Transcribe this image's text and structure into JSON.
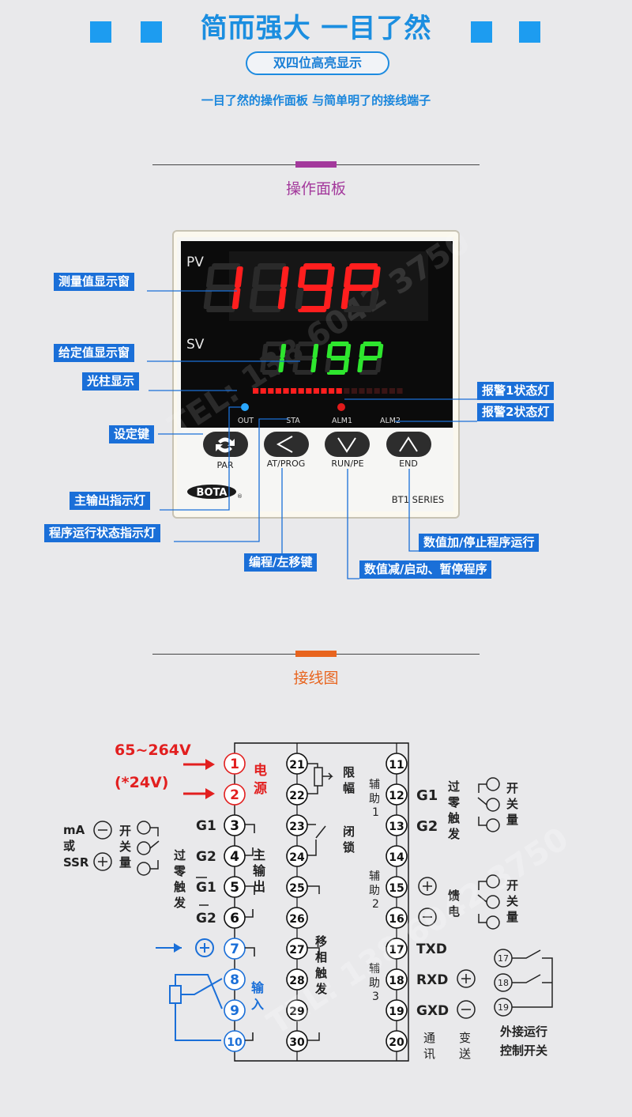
{
  "header": {
    "title": "简而强大 一目了然",
    "pill": "双四位高亮显示",
    "subtitle": "一目了然的操作面板 与简单明了的接线端子",
    "accent": "#1d9cf0"
  },
  "panel_section": {
    "title": "操作面板",
    "accent": "#a3399c"
  },
  "device": {
    "pv_label": "PV",
    "sv_label": "SV",
    "pv_value": "119P",
    "sv_value": "119P",
    "bargraph_level": 0.6,
    "indicators": [
      "OUT",
      "STA",
      "ALM1",
      "ALM2"
    ],
    "keys": [
      "PAR",
      "AT/PROG",
      "RUN/PE",
      "END"
    ],
    "brand": "BOTA",
    "series": "BT1 SERIES",
    "watermark": "TEL: 138 6042 3750",
    "pv_color": "#ff1e1e",
    "sv_color": "#2ee62e"
  },
  "callouts": {
    "pv_window": "测量值显示窗",
    "sv_window": "给定值显示窗",
    "bargraph": "光柱显示",
    "set_key": "设定键",
    "main_output_led": "主输出指示灯",
    "program_status_led": "程序运行状态指示灯",
    "prog_left_key": "编程/左移键",
    "alarm1_led": "报警1状态灯",
    "alarm2_led": "报警2状态灯",
    "up_key": "数值加/停止程序运行",
    "down_key": "数值减/启动、暂停程序"
  },
  "wiring_section": {
    "title": "接线图",
    "accent": "#e8641e"
  },
  "wiring": {
    "voltage": "65~264V",
    "voltage_alt": "(*24V)",
    "power_label": [
      "电",
      "源"
    ],
    "terminals_left": [
      "1",
      "2",
      "3",
      "4",
      "5",
      "6",
      "7",
      "8",
      "9",
      "10"
    ],
    "terminals_mid": [
      "21",
      "22",
      "23",
      "24",
      "25",
      "26",
      "27",
      "28",
      "29",
      "30"
    ],
    "terminals_right": [
      "11",
      "12",
      "13",
      "14",
      "15",
      "16",
      "17",
      "18",
      "19",
      "20"
    ],
    "left_pin_labels": [
      "G1",
      "G2",
      "G1",
      "G2"
    ],
    "ma_ssr": [
      "mA",
      "或",
      "SSR"
    ],
    "switch_qty": [
      "开",
      "关",
      "量"
    ],
    "zero_cross": [
      "过",
      "零",
      "触",
      "发"
    ],
    "main_output": [
      "主",
      "输",
      "出"
    ],
    "input": [
      "输",
      "入"
    ],
    "limit": [
      "限",
      "幅"
    ],
    "latch": [
      "闭",
      "锁"
    ],
    "phase_trigger": [
      "移",
      "相",
      "触",
      "发"
    ],
    "aux1": [
      "辅",
      "助",
      "1"
    ],
    "aux2": [
      "辅",
      "助",
      "2"
    ],
    "aux3": [
      "辅",
      "助",
      "3"
    ],
    "right_pin_labels": [
      "G1",
      "G2"
    ],
    "feed": [
      "馈",
      "电"
    ],
    "comm_labels": [
      "TXD",
      "RXD",
      "GXD"
    ],
    "comm": [
      "通",
      "讯"
    ],
    "transmit": [
      "变",
      "送"
    ],
    "ext_switch_terminals": [
      "17",
      "18",
      "19"
    ],
    "ext_switch_label": [
      "外接运行",
      "控制开关"
    ]
  }
}
